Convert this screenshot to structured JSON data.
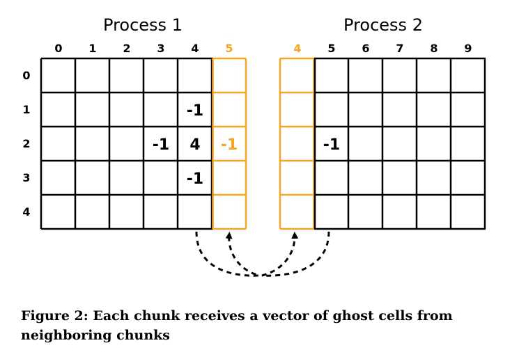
{
  "process1": {
    "title": "Process 1",
    "columns": [
      "0",
      "1",
      "2",
      "3",
      "4",
      "5"
    ],
    "rows": [
      "0",
      "1",
      "2",
      "3",
      "4"
    ],
    "cells": [
      {
        "row": 1,
        "col": 4,
        "value": "-1",
        "ghost": false
      },
      {
        "row": 2,
        "col": 3,
        "value": "-1",
        "ghost": false
      },
      {
        "row": 2,
        "col": 4,
        "value": "4",
        "ghost": false
      },
      {
        "row": 2,
        "col": 5,
        "value": "-1",
        "ghost": true
      },
      {
        "row": 3,
        "col": 4,
        "value": "-1",
        "ghost": false
      }
    ],
    "ghost_column_label": "5"
  },
  "process2": {
    "title": "Process 2",
    "columns": [
      "4",
      "5",
      "6",
      "7",
      "8",
      "9"
    ],
    "cells": [
      {
        "row": 2,
        "col": 1,
        "value": "-1",
        "ghost": false
      }
    ],
    "ghost_column_label": "4"
  },
  "colors": {
    "ghost": "#F5A623",
    "grid": "#000000"
  },
  "caption": "Figure 2: Each chunk receives a vector of ghost cells from neighboring chunks"
}
